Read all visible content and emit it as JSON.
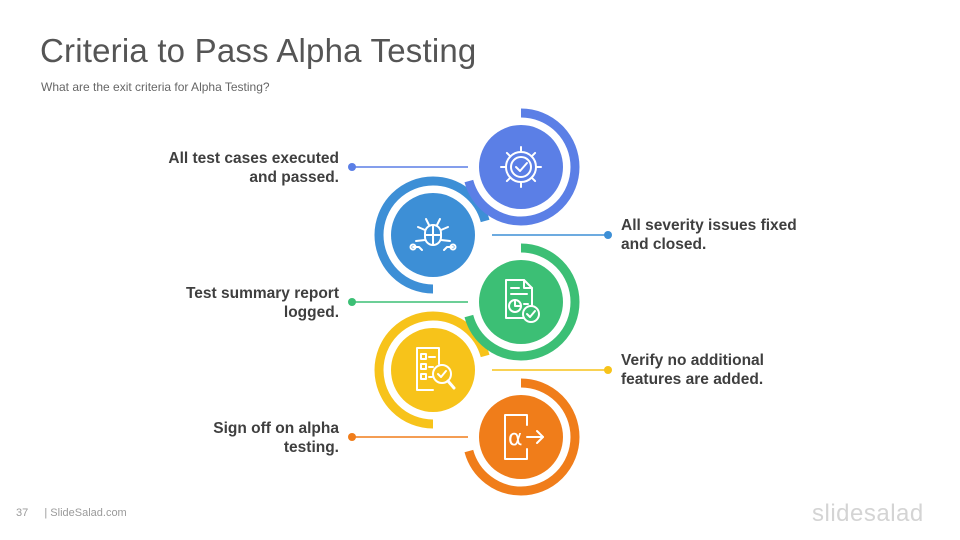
{
  "header": {
    "title": "Criteria to Pass Alpha Testing",
    "subtitle": "What  are the exit criteria for Alpha Testing?"
  },
  "steps": [
    {
      "lines": [
        "All test cases executed",
        "and passed."
      ],
      "side": "left",
      "color": "#5b7fe6",
      "icon": "gear-check-icon"
    },
    {
      "lines": [
        "All severity issues fixed",
        "and closed."
      ],
      "side": "right",
      "color": "#3d8fd6",
      "icon": "bug-wrench-icon"
    },
    {
      "lines": [
        "Test summary report",
        "logged."
      ],
      "side": "left",
      "color": "#3cbf75",
      "icon": "report-document-icon"
    },
    {
      "lines": [
        "Verify no additional",
        "features are added."
      ],
      "side": "right",
      "color": "#f7c31a",
      "icon": "checklist-search-icon"
    },
    {
      "lines": [
        "Sign off on alpha",
        "testing."
      ],
      "side": "left",
      "color": "#f07d1a",
      "icon": "alpha-exit-icon"
    }
  ],
  "footer": {
    "page_number": "37",
    "site": "| SlideSalad.com",
    "brand": "slidesalad"
  }
}
